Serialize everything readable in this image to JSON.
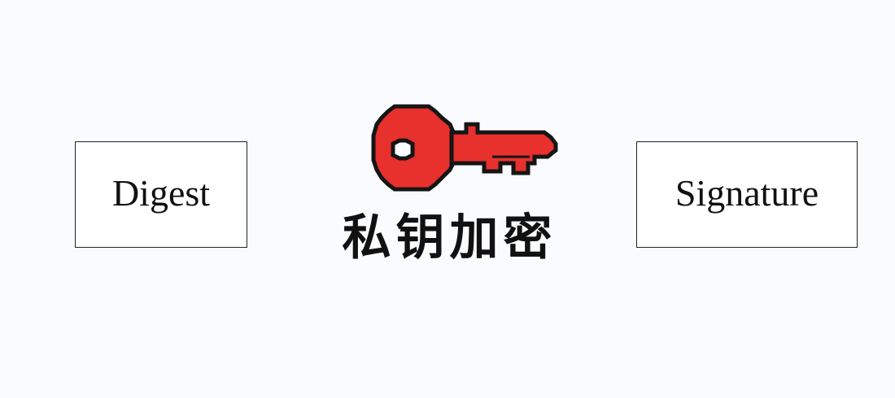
{
  "left_box": {
    "label": "Digest"
  },
  "right_box": {
    "label": "Signature"
  },
  "center": {
    "icon": "key-icon",
    "caption": "私钥加密"
  },
  "colors": {
    "key_fill": "#e8302d",
    "key_outline": "#151515",
    "box_border": "#222222"
  }
}
